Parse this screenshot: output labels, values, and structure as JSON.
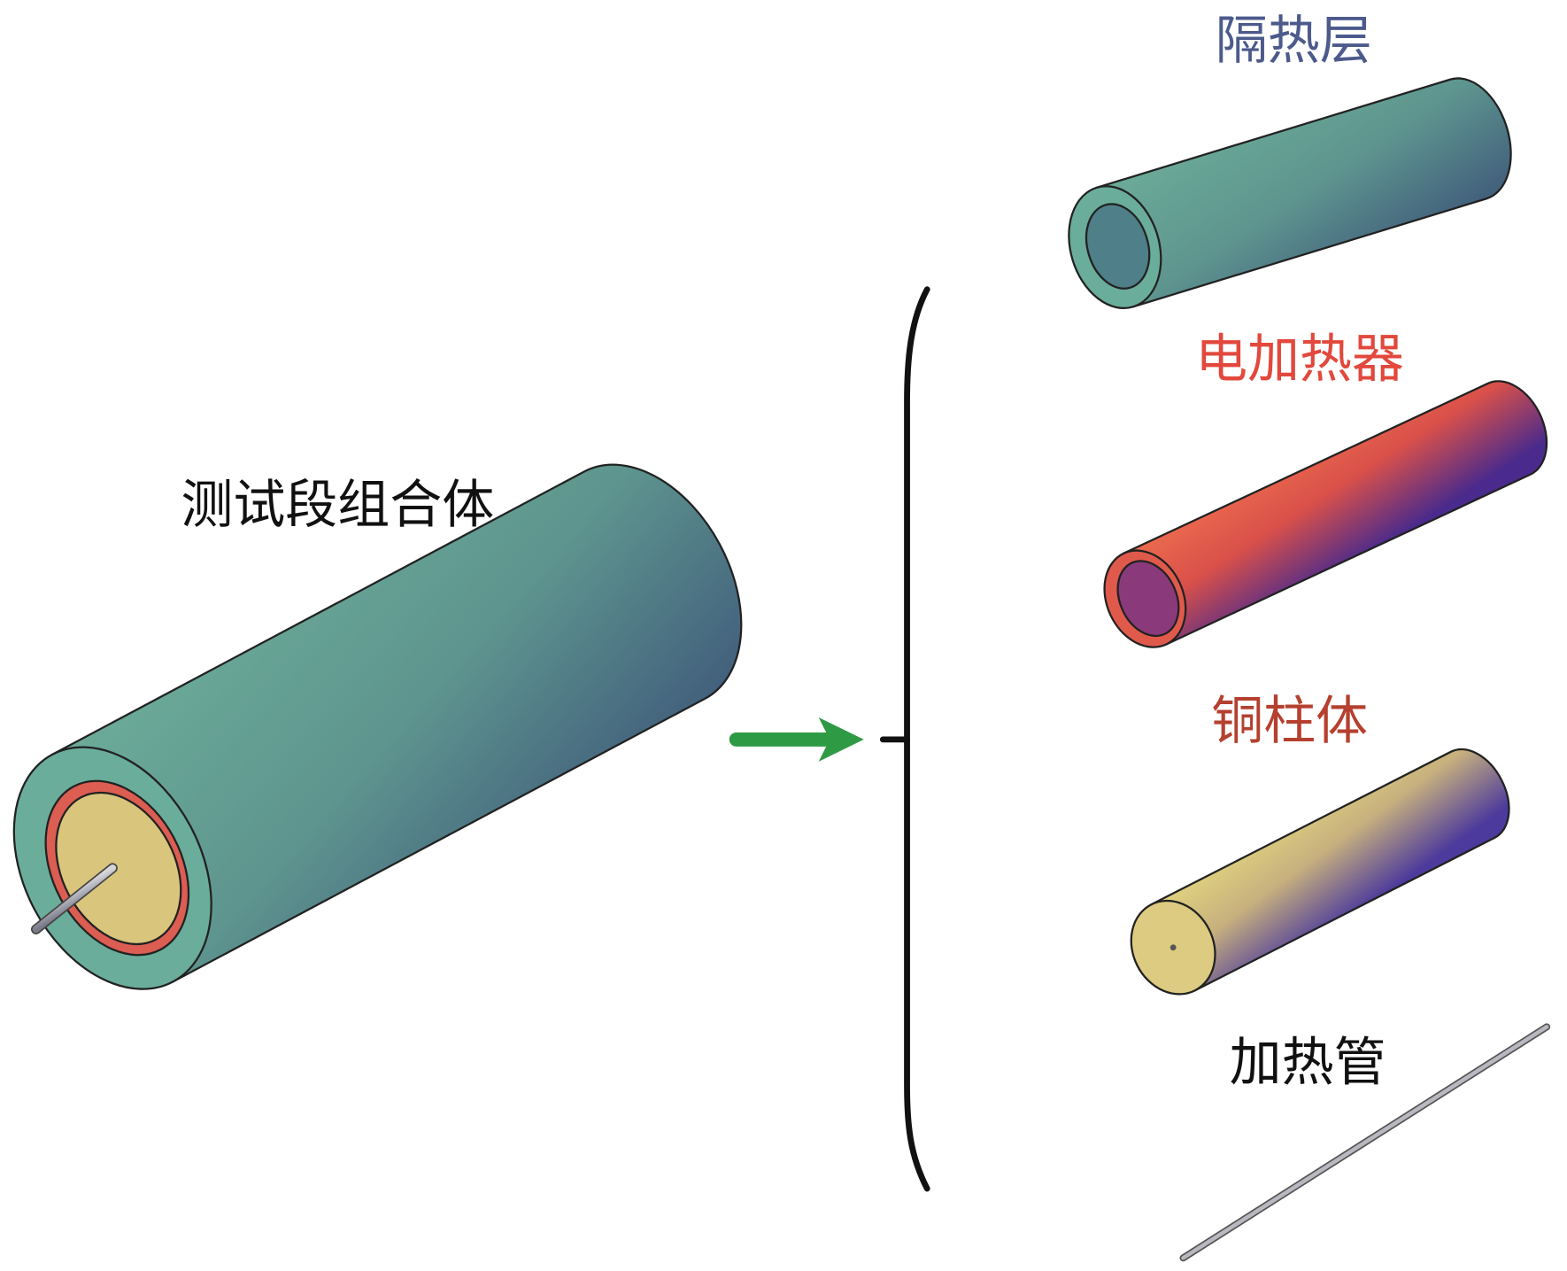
{
  "labels": {
    "assembly": "测试段组合体",
    "insulation": "隔热层",
    "heater": "电加热器",
    "copper": "铜柱体",
    "heating_tube": "加热管"
  },
  "colors": {
    "insulation_label": "#4c5a8c",
    "heater_label": "#e2483c",
    "copper_label": "#b5402f",
    "assembly_label": "#111111",
    "arrow": "#2f9a44",
    "teal_light": "#6cab98",
    "teal_dark": "#3f5a7a",
    "heater_light": "#e8654c",
    "heater_dark": "#4a2a8c",
    "copper_light": "#ddcf7e",
    "copper_dark": "#4c3a9c"
  }
}
